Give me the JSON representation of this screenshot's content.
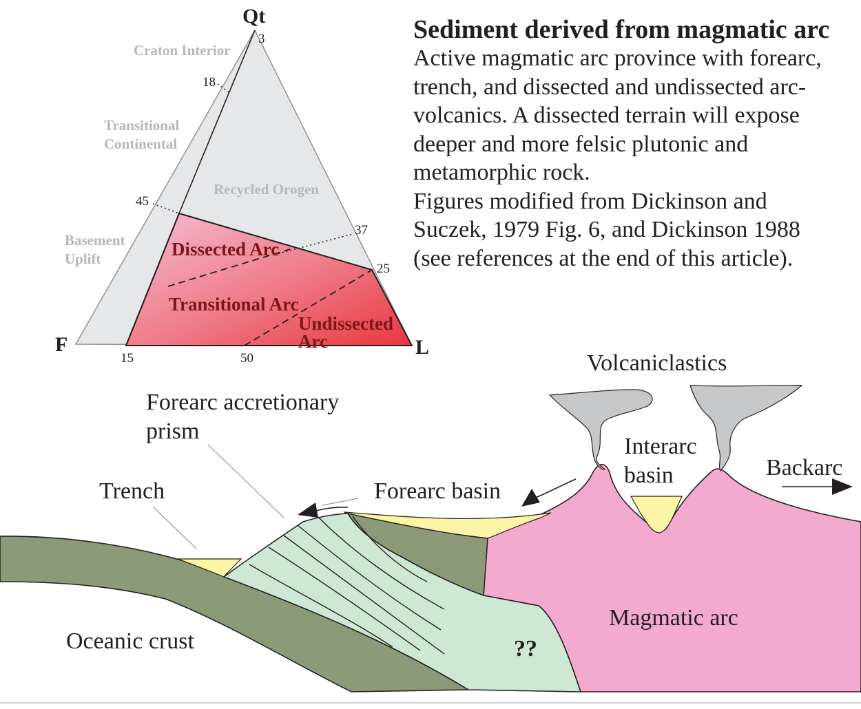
{
  "ternary": {
    "vertices": {
      "top": "Qt",
      "left": "F",
      "right": "L"
    },
    "provinces": {
      "craton_interior": "Craton Interior",
      "transitional_continental": [
        "Transitional",
        "Continental"
      ],
      "basement_uplift": [
        "Basement",
        "Uplift"
      ],
      "recycled_orogen": "Recycled Orogen",
      "dissected_arc": "Dissected Arc",
      "transitional_arc": "Transitional Arc",
      "undissected_arc": [
        "Undissected",
        "Arc"
      ]
    },
    "ticks": {
      "t3": "3",
      "t18": "18",
      "t45": "45",
      "t37": "37",
      "t25": "25",
      "t15": "15",
      "t50": "50"
    }
  },
  "description": {
    "title": "Sediment derived from magmatic arc",
    "body": "Active magmatic arc province with forearc,\ntrench, and dissected and undissected arc-\nvolcanics. A dissected terrain will expose\ndeeper and more felsic plutonic and\nmetamorphic rock.\nFigures modified from Dickinson and\nSuczek, 1979 Fig. 6, and Dickinson 1988\n(see references at the end of this article)."
  },
  "cross_section": {
    "volcaniclastics": "Volcaniclastics",
    "forearc_prism": [
      "Forearc accretionary",
      "prism"
    ],
    "trench": "Trench",
    "forearc_basin": "Forearc basin",
    "interarc_basin": [
      "Interarc",
      "basin"
    ],
    "backarc": "Backarc",
    "magmatic_arc": "Magmatic arc",
    "oceanic_crust": "Oceanic crust",
    "unknown": "??"
  },
  "colors": {
    "oceanic_crust": "#8c9a78",
    "prism": "#cfe8d6",
    "arc": "#f4a9cf",
    "sediment": "#fdf5a6",
    "ash": "#c7c8ca",
    "ternary_gray": "#e6e7e8"
  }
}
